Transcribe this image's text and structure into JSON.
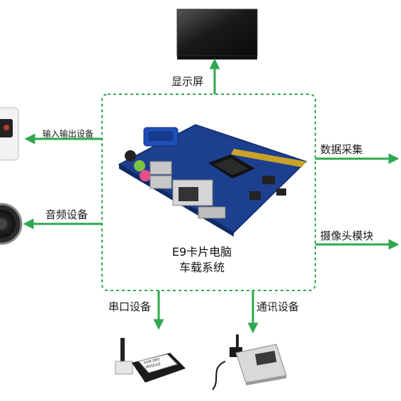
{
  "center": {
    "line1": "E9卡片电脑",
    "line2": "车载系统"
  },
  "connections": {
    "top": "显示屏",
    "left_upper": "输入输出设备",
    "left_lower": "音频设备",
    "right_upper": "数据采集",
    "right_lower": "摄像头模块",
    "bottom_left": "串口设备",
    "bottom_right": "通讯设备"
  },
  "devices": {
    "gsm_module_text_1": "GSM SMS",
    "gsm_module_text_2": "MODULE"
  },
  "colors": {
    "accent_green": "#2fa84f",
    "dashed_border": "#2fa84f"
  }
}
